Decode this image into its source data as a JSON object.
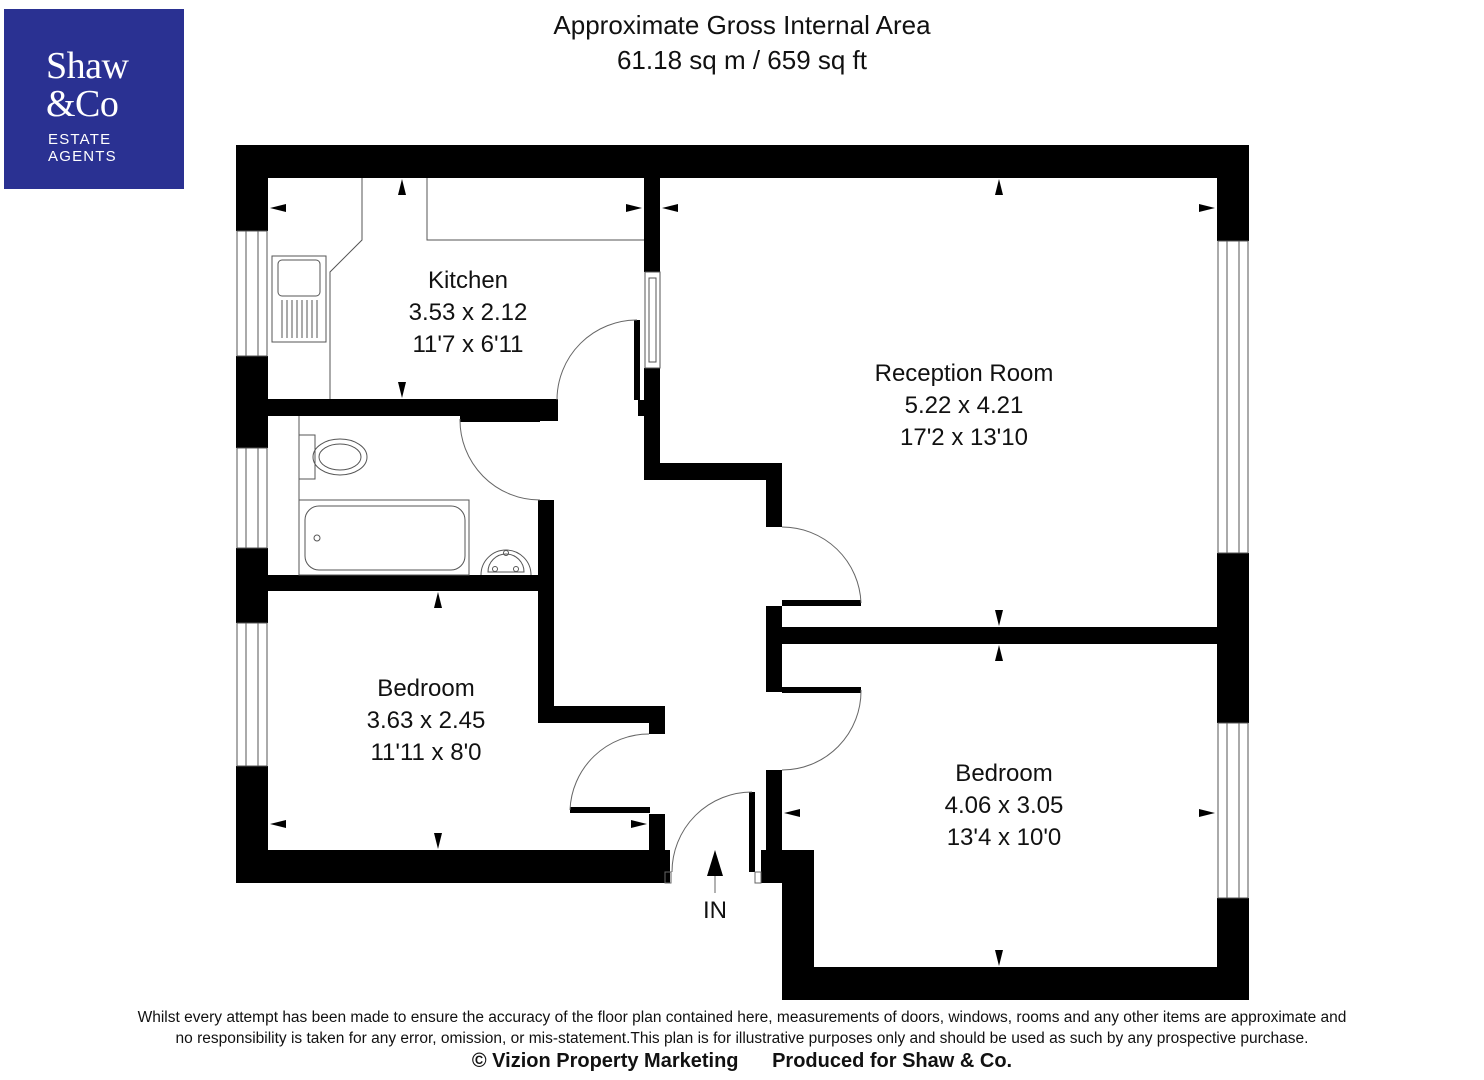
{
  "brand": {
    "line1": "Shaw",
    "line2": "&Co",
    "line3": "ESTATE",
    "line4": "AGENTS",
    "color": "#2a3192"
  },
  "header": {
    "title": "Approximate Gross Internal Area",
    "area": "61.18 sq m / 659 sq ft"
  },
  "rooms": [
    {
      "name": "Kitchen",
      "metric": "3.53 x 2.12",
      "imperial": "11'7 x 6'11"
    },
    {
      "name": "Reception Room",
      "metric": "5.22 x 4.21",
      "imperial": "17'2 x 13'10"
    },
    {
      "name": "Bedroom",
      "metric": "3.63 x 2.45",
      "imperial": "11'11 x 8'0"
    },
    {
      "name": "Bedroom",
      "metric": "4.06 x 3.05",
      "imperial": "13'4 x 10'0"
    }
  ],
  "entrance": {
    "label": "IN"
  },
  "footer": {
    "disclaimer_line1": "Whilst every attempt has been made to ensure the accuracy of the floor plan contained here, measurements of doors, windows, rooms and any other items are approximate and",
    "disclaimer_line2": "no responsibility is taken for any error, omission, or mis-statement.This plan is for illustrative purposes only and should be used as such by any prospective purchase.",
    "copyright": "© Vizion Property Marketing",
    "produced_for": "Produced for Shaw & Co."
  },
  "colors": {
    "wall": "#000000",
    "background": "#ffffff",
    "fixture_line": "#555555"
  }
}
